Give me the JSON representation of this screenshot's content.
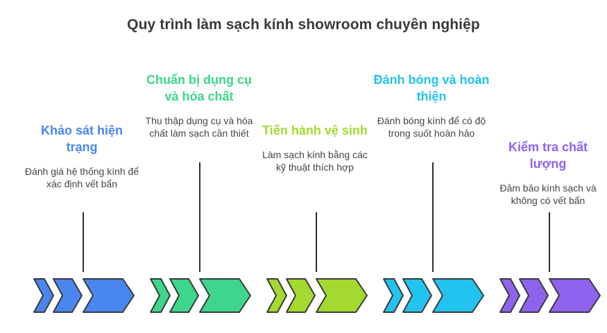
{
  "title": "Quy trình làm sạch kính showroom chuyên nghiệp",
  "steps": [
    {
      "title": "Khảo sát hiện trạng",
      "description": "Đánh giá hệ thống kính để xác định vết bẩn",
      "color": "#4A86F0"
    },
    {
      "title": "Chuẩn bị dụng cụ và hóa chất",
      "description": "Thu thập dụng cụ và hóa chất làm sạch cần thiết",
      "color": "#3DD68C"
    },
    {
      "title": "Tiến hành vệ sinh",
      "description": "Làm sạch kính bằng các kỹ thuật thích hợp",
      "color": "#A4D92F"
    },
    {
      "title": "Đánh bóng và hoàn thiện",
      "description": "Đánh bóng kính để có độ trong suốt hoàn hảo",
      "color": "#22C3EE"
    },
    {
      "title": "Kiểm tra chất lượng",
      "description": "Đảm bảo kính sạch và không có vết bẩn",
      "color": "#8E63EE"
    }
  ]
}
